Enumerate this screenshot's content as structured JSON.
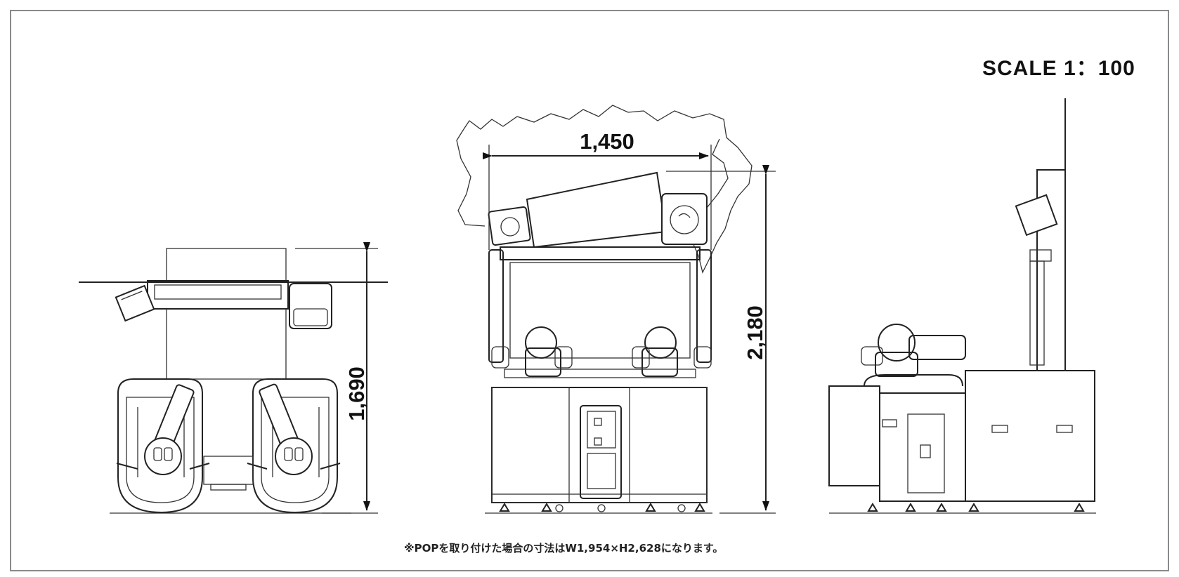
{
  "scale_label": "SCALE 1：100",
  "dimensions": {
    "width": "1,450",
    "height_front": "2,180",
    "depth": "1,690"
  },
  "footnote": "※POPを取り付けた場合の寸法はW1,954×H2,628になります。",
  "views": [
    "top-view",
    "front-view",
    "side-view"
  ]
}
